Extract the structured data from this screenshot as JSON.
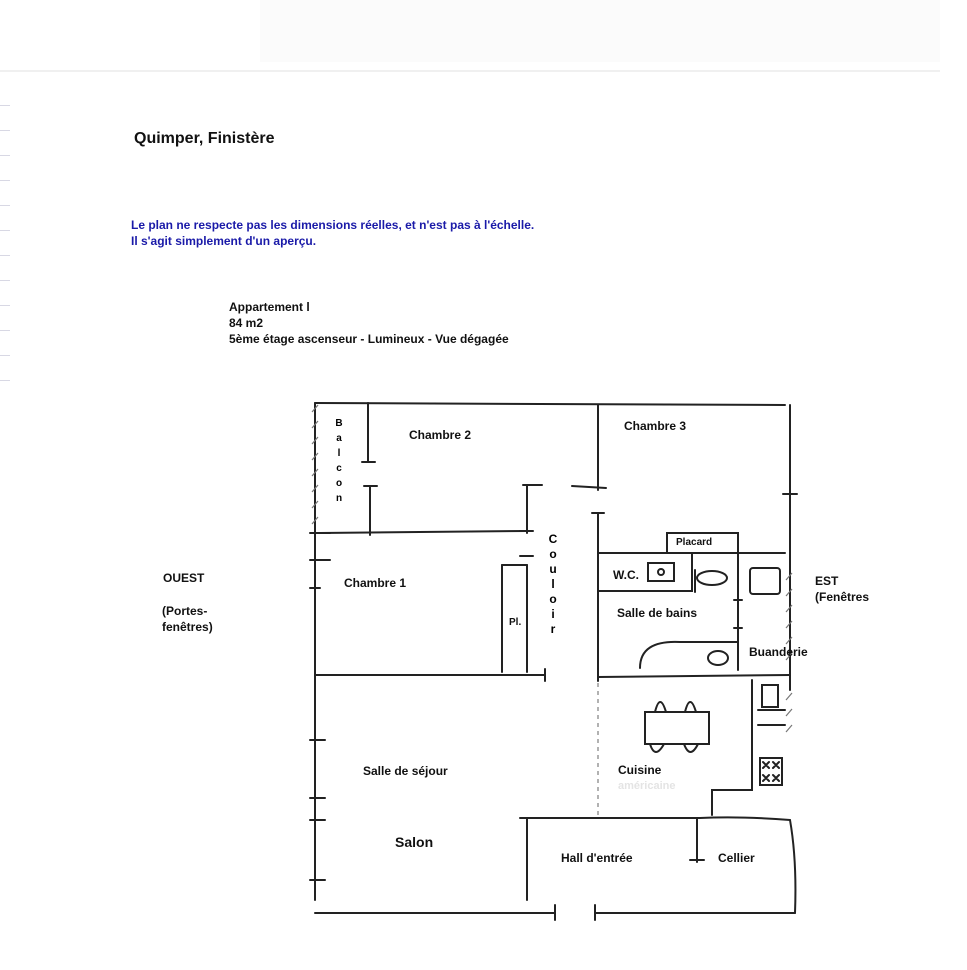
{
  "header": {
    "title": "Quimper, Finistère",
    "note_line1": "Le plan ne respecte pas les dimensions réelles, et n'est pas à l'échelle.",
    "note_line2": "Il s'agit simplement d'un aperçu."
  },
  "apartment": {
    "name": "Appartement l",
    "area": "84 m2",
    "floor": "5ème étage ascenseur - Lumineux - Vue dégagée"
  },
  "rooms": {
    "chambre2": "Chambre 2",
    "chambre3": "Chambre 3",
    "chambre1": "Chambre 1",
    "placard": "Placard",
    "wc": "W.C.",
    "salle_de_bains": "Salle de bains",
    "buanderie": "Buanderie",
    "placard_short": "Pl.",
    "salle_de_sejour": "Salle de séjour",
    "salon": "Salon",
    "cuisine": "Cuisine",
    "cuisine_sub": "américaine",
    "hall": "Hall d'entrée",
    "cellier": "Cellier"
  },
  "vertical_labels": {
    "balcon": [
      "B",
      "a",
      "l",
      "c",
      "o",
      "n"
    ],
    "couloir": [
      "C",
      "o",
      "u",
      "l",
      "o",
      "i",
      "r"
    ]
  },
  "orientation": {
    "west": "OUEST",
    "west_note_line1": "(Portes-",
    "west_note_line2": "fenêtres)",
    "east": "EST",
    "east_note": "(Fenêtres"
  },
  "colors": {
    "ink": "#222222",
    "note_blue": "#1a1aa8"
  }
}
